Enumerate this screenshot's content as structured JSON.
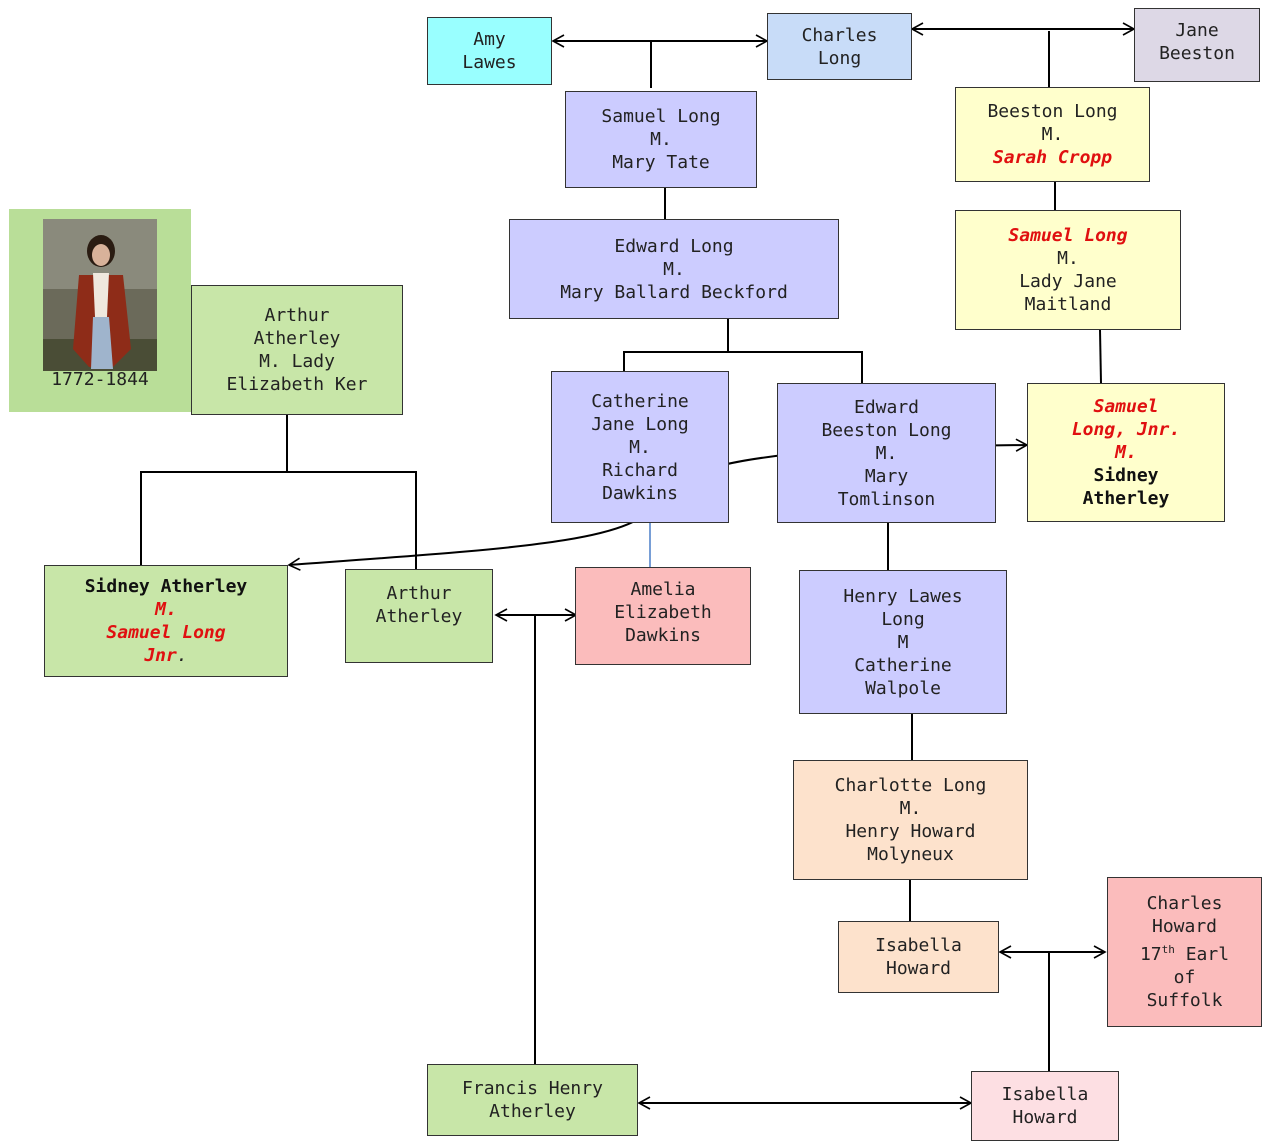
{
  "people": {
    "amy_lawes": {
      "lines": [
        "Amy",
        "Lawes"
      ]
    },
    "charles_long": {
      "lines": [
        "Charles",
        "Long"
      ]
    },
    "jane_beeston": {
      "lines": [
        "Jane",
        "Beeston"
      ]
    },
    "samuel_long_tate": {
      "lines": [
        "Samuel Long",
        "M.",
        "Mary Tate"
      ]
    },
    "beeston_long": {
      "lines": [
        "Beeston Long",
        "M."
      ],
      "spouse": "Sarah Cropp"
    },
    "edward_long": {
      "lines": [
        "Edward Long",
        "M.",
        "Mary Ballard Beckford"
      ]
    },
    "samuel_long_maitland": {
      "name": "Samuel Long",
      "lines": [
        "M.",
        "Lady Jane",
        "Maitland"
      ]
    },
    "arthur_atherley_sr": {
      "lines": [
        "Arthur",
        "Atherley",
        "M. Lady",
        "Elizabeth Ker"
      ]
    },
    "catherine_jane_long": {
      "lines": [
        "Catherine",
        "Jane Long",
        "M.",
        "Richard",
        "Dawkins"
      ]
    },
    "edward_beeston_long": {
      "lines": [
        "Edward",
        "Beeston Long",
        "M.",
        "Mary",
        "Tomlinson"
      ]
    },
    "samuel_long_jnr": {
      "red_lines": [
        "Samuel",
        "Long, Jnr.",
        "M."
      ],
      "bold_lines": [
        "Sidney",
        "Atherley"
      ]
    },
    "sidney_atherley": {
      "name": "Sidney Atherley",
      "red_lines": [
        "M.",
        "Samuel Long"
      ],
      "tail_red": "Jnr",
      "tail_dot": "."
    },
    "arthur_atherley": {
      "lines": [
        "Arthur",
        "Atherley"
      ]
    },
    "amelia_dawkins": {
      "lines": [
        "Amelia",
        "Elizabeth",
        "Dawkins"
      ]
    },
    "henry_lawes_long": {
      "lines": [
        "Henry Lawes",
        "Long",
        "M",
        "Catherine",
        "Walpole"
      ]
    },
    "charlotte_long": {
      "lines": [
        "Charlotte Long",
        "M.",
        "Henry Howard",
        "Molyneux"
      ]
    },
    "isabella_howard_1": {
      "lines": [
        "Isabella",
        "Howard"
      ]
    },
    "charles_howard": {
      "line1": "Charles",
      "line2": "Howard",
      "ordinal_num": "17",
      "ordinal_sup": "th",
      "ordinal_rest": " Earl",
      "line4": "of",
      "line5": "Suffolk"
    },
    "francis_henry_atherley": {
      "lines": [
        "Francis Henry",
        "Atherley"
      ]
    },
    "isabella_howard_2": {
      "lines": [
        "Isabella",
        "Howard"
      ]
    }
  },
  "portrait": {
    "caption": "1772-1844"
  },
  "colors": {
    "cyan": "#99ffff",
    "blue": "#c8dcf8",
    "grey": "#ddd8e6",
    "lavender": "#ccccff",
    "yellow": "#ffffcc",
    "green": "#c8e6a8",
    "pink": "#fbbcbc",
    "peach": "#fde2cc",
    "light_pink": "#fddfe3",
    "red_text": "#e01010",
    "portrait_bg": "#b9de98"
  }
}
